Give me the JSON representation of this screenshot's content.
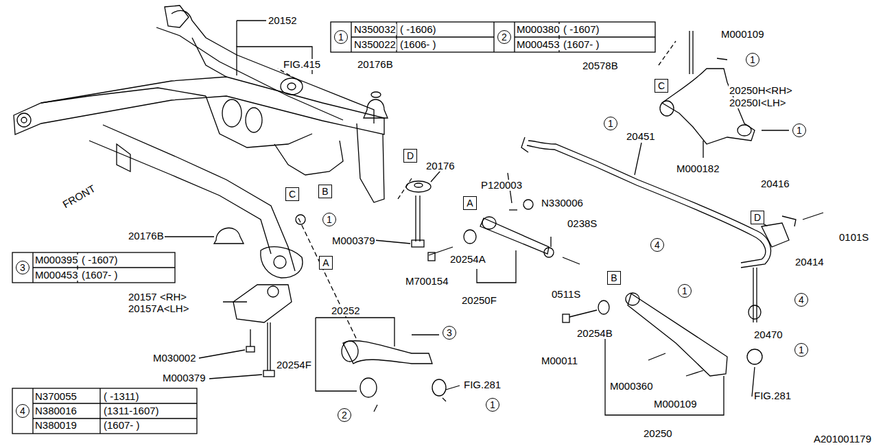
{
  "diagram": {
    "nodes": [
      {
        "text": [
          "1"
        ]
      },
      {
        "text": [
          "2"
        ]
      },
      {
        "text": [
          "1"
        ]
      },
      {
        "text": [
          "C"
        ]
      },
      {
        "text": [
          "1"
        ]
      },
      {
        "text": [
          "1"
        ]
      },
      {
        "text": [
          "D"
        ]
      },
      {
        "text": [
          "B"
        ]
      },
      {
        "text": [
          "C"
        ]
      },
      {
        "text": [
          "A"
        ]
      },
      {
        "text": [
          "D"
        ]
      },
      {
        "text": [
          "1"
        ]
      },
      {
        "text": [
          "4"
        ]
      },
      {
        "text": [
          "A"
        ]
      },
      {
        "text": [
          "3"
        ]
      },
      {
        "text": [
          "B"
        ]
      },
      {
        "text": [
          "1"
        ]
      },
      {
        "text": [
          "4"
        ]
      },
      {
        "text": [
          "3"
        ]
      },
      {
        "text": [
          "1"
        ]
      },
      {
        "text": [
          "1"
        ]
      },
      {
        "text": [
          "2"
        ]
      },
      {
        "text": [
          "4"
        ]
      }
    ],
    "labels": [
      "20152",
      "FIG.415",
      "20176B",
      "N350032",
      "( -1606)",
      "M000380",
      "( -1607)",
      "N350022",
      "(1606- )",
      "M000453",
      "(1607- )",
      "M000109",
      "20578B",
      "20250H<RH>",
      "20250I<LH>",
      "20176",
      "P120003",
      "20451",
      "M000182",
      "20416",
      "N330006",
      "0238S",
      "0101S",
      "20414",
      "FRONT",
      "20176B",
      "M000379",
      "20254A",
      "M700154",
      "20250F",
      "0511S",
      "M000395",
      "( -1607)",
      "M000453",
      "(1607- )",
      "20157 <RH>",
      "20157A<LH>",
      "20252",
      "20254B",
      "20470",
      "M030002",
      "M00011",
      "20254F",
      "FIG.281",
      "M000360",
      "M000379",
      "FIG.281",
      "M000109",
      "N370055",
      "( -1311)",
      "N380016",
      "(1311-1607)",
      "N380019",
      "(1607- )",
      "20250",
      "A201001179"
    ]
  }
}
